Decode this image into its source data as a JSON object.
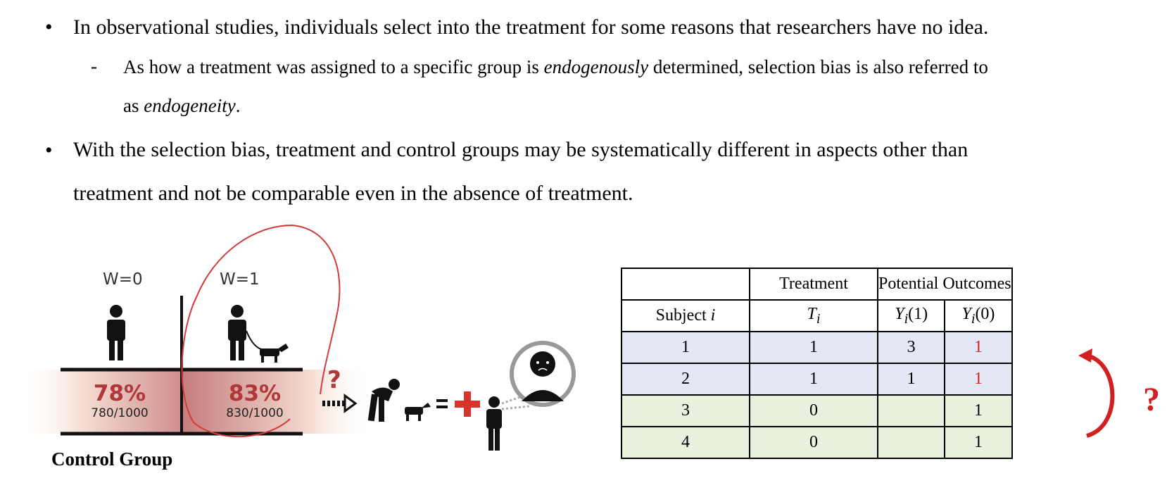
{
  "bullets": {
    "b1": "In observational studies, individuals select into the treatment for some reasons that researchers have no idea.",
    "sub_part1": "As how a treatment was assigned to a specific group is ",
    "sub_em1": "endogenously",
    "sub_part2": " determined, selection bias is also referred to",
    "sub_line2_prefix": "as ",
    "sub_em2": "endogeneity",
    "sub_line2_suffix": ".",
    "b2_line1": "With the selection bias, treatment and control groups may be systematically different in aspects other than",
    "b2_line2": "treatment and not be comparable even in the absence of treatment."
  },
  "illustration": {
    "w0_label": "W=0",
    "w1_label": "W=1",
    "w0_percent": "78%",
    "w0_fraction": "780/1000",
    "w1_percent": "83%",
    "w1_fraction": "830/1000",
    "question": "?",
    "equals": "=",
    "plus": "+",
    "caption": "Control Group"
  },
  "table": {
    "header_treatment": "Treatment",
    "header_outcomes": "Potential Outcomes",
    "sub_subject": "Subject ",
    "sub_subject_var": "i",
    "sub_t": "T",
    "sub_y1": "Y",
    "sub_y1_arg": "(1)",
    "sub_y0": "Y",
    "sub_y0_arg": "(0)",
    "sub_index": "i",
    "rows": [
      {
        "subject": "1",
        "t": "1",
        "y1": "3",
        "y0": "1"
      },
      {
        "subject": "2",
        "t": "1",
        "y1": "1",
        "y0": "1"
      },
      {
        "subject": "3",
        "t": "0",
        "y1": "",
        "y0": "1"
      },
      {
        "subject": "4",
        "t": "0",
        "y1": "",
        "y0": "1"
      }
    ],
    "side_question": "?"
  },
  "colors": {
    "treated_row": "#e3e8f4",
    "control_row": "#ebf1df",
    "accent_red": "#d21f1f",
    "bar_red": "#b03838"
  }
}
